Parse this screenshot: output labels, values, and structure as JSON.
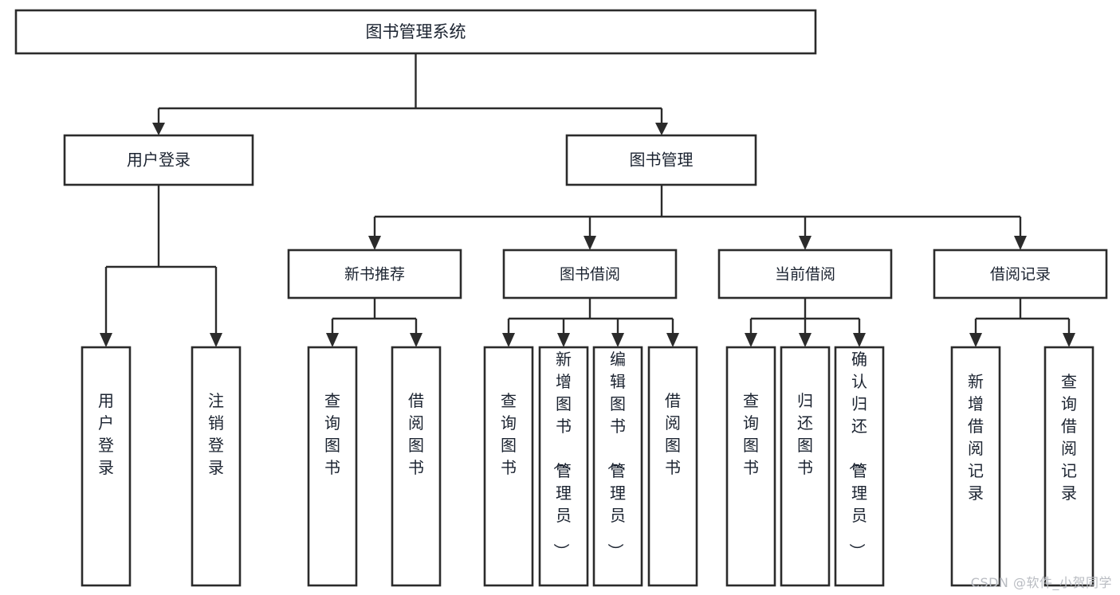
{
  "diagram": {
    "title": "图书管理系统",
    "type": "tree-hierarchy",
    "watermark": "CSDN @软件_小贺同学",
    "root": {
      "label": "图书管理系统"
    },
    "level2": [
      {
        "label": "用户登录"
      },
      {
        "label": "图书管理"
      }
    ],
    "level3": [
      {
        "label": "新书推荐"
      },
      {
        "label": "图书借阅"
      },
      {
        "label": "当前借阅"
      },
      {
        "label": "借阅记录"
      }
    ],
    "leaves": {
      "user_login": [
        {
          "label": "用户登录"
        },
        {
          "label": "注销登录"
        }
      ],
      "new_book_recommend": [
        {
          "label": "查询图书"
        },
        {
          "label": "借阅图书"
        }
      ],
      "book_borrow": [
        {
          "label": "查询图书"
        },
        {
          "label": "新增图书（管理员）"
        },
        {
          "label": "编辑图书（管理员）"
        },
        {
          "label": "借阅图书"
        }
      ],
      "current_borrow": [
        {
          "label": "查询图书"
        },
        {
          "label": "归还图书"
        },
        {
          "label": "确认归还（管理员）"
        }
      ],
      "borrow_record": [
        {
          "label": "新增借阅记录"
        },
        {
          "label": "查询借阅记录"
        }
      ]
    },
    "colors": {
      "box_stroke": "#2b2b2b",
      "box_fill": "#ffffff",
      "text": "#1b2330",
      "watermark": "#b9bcc2",
      "background": "#ffffff"
    }
  }
}
